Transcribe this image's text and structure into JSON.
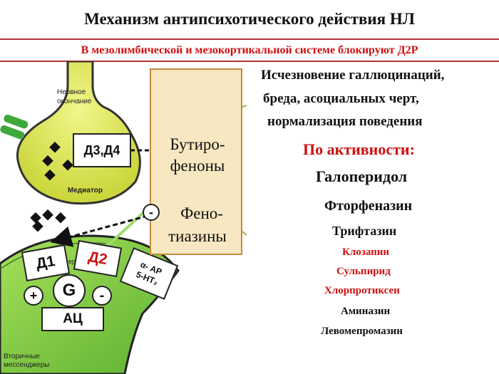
{
  "header": {
    "title": "Механизм антипсихотического действия НЛ",
    "subtitle": "В мезолимбической и мезокортикальной системе блокируют Д2Р"
  },
  "diagram": {
    "nerve_ending": "Нервное окончание",
    "mediator": "Медиатор",
    "d34": "Д3,Д4",
    "d1": "Д1",
    "d2": "Д2",
    "receptor_alpha": "α- АР",
    "receptor_5ht": "5-НТ₂",
    "g_protein": "G",
    "plus": "+",
    "minus": "-",
    "minus_marker": "-",
    "ac": "АЦ",
    "second_messengers": "Вторичные мессенджеры",
    "membrane_partial": "ер"
  },
  "drug_box": {
    "line1": "Бутиро-",
    "line2": "феноны",
    "line3": "Фено-",
    "line4": "тиазины"
  },
  "effects": {
    "line1": "Исчезновение галлюцинаций,",
    "line2": "бреда, асоциальных черт,",
    "line3": "нормализация поведения"
  },
  "activity": {
    "heading": "По активности:",
    "drugs": [
      "Галоперидол",
      "Фторфеназин",
      "Трифтазин",
      "Клозапин",
      "Сульпирид",
      "Хлорпротиксен",
      "Аминазин",
      "Левомепромазин"
    ]
  },
  "colors": {
    "accent_red": "#cc1111",
    "membrane_green": "#8fd14f",
    "vesicle_yellow": "#e6ec63",
    "box_fill": "#f8e8c2"
  }
}
